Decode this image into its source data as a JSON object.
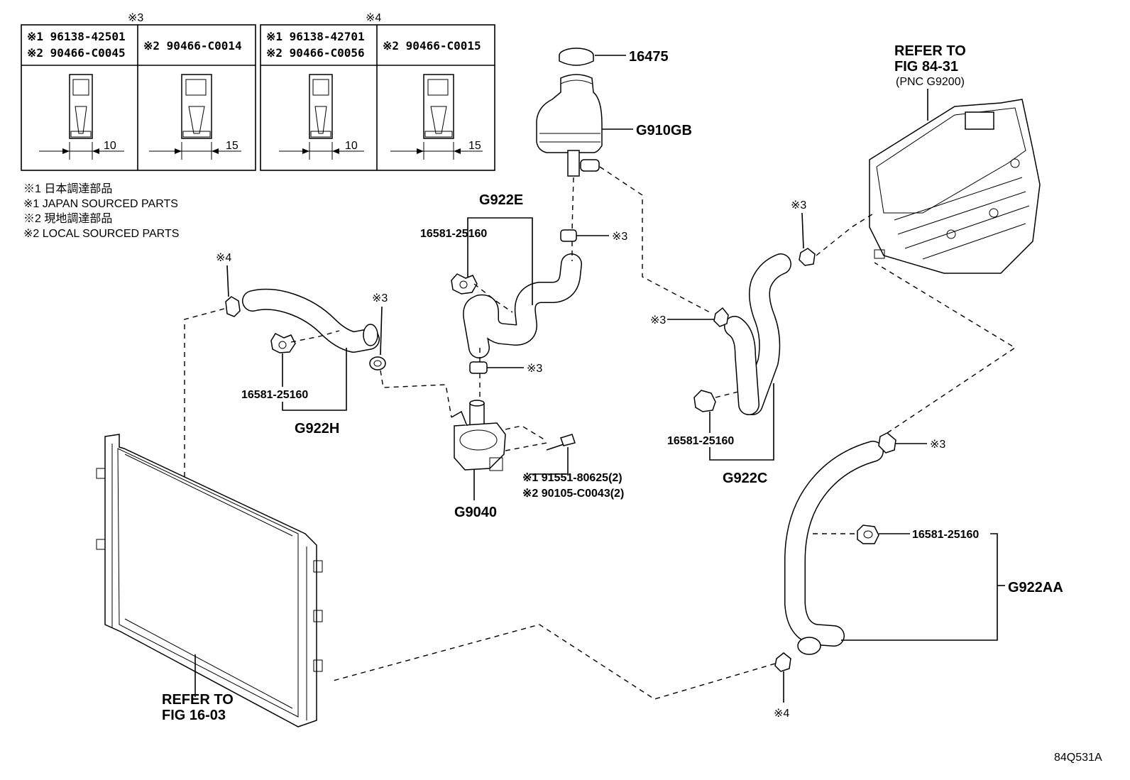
{
  "boxes": {
    "box3": {
      "header": "※3",
      "left_line1": "※1 96138-42501",
      "left_line2": "※2 90466-C0045",
      "right_line1": "※2 90466-C0014",
      "dim_left": "10",
      "dim_right": "15"
    },
    "box4": {
      "header": "※4",
      "left_line1": "※1 96138-42701",
      "left_line2": "※2 90466-C0056",
      "right_line1": "※2 90466-C0015",
      "dim_left": "10",
      "dim_right": "15"
    }
  },
  "legend": [
    "※1 日本調達部品",
    "※1 JAPAN SOURCED PARTS",
    "※2 現地調達部品",
    "※2 LOCAL SOURCED PARTS"
  ],
  "callouts": {
    "cap": "16475",
    "tank": "G910GB",
    "refer_inverter_1": "REFER TO",
    "refer_inverter_2": "FIG 84-31",
    "refer_inverter_3": "(PNC G9200)",
    "hose_e": "G922E",
    "clamp_e": "16581-25160",
    "mark3_tank": "※3",
    "mark3_inverter": "※3",
    "mark4_left": "※4",
    "mark3_pumpin": "※3",
    "mark3_pumptop": "※3",
    "mark3_center": "※3",
    "clamp_h": "16581-25160",
    "hose_h": "G922H",
    "bolt_1": "※1 91551-80625(2)",
    "bolt_2": "※2 90105-C0043(2)",
    "pump": "G9040",
    "clamp_c": "16581-25160",
    "hose_c": "G922C",
    "mark3_aa": "※3",
    "clamp_aa": "16581-25160",
    "hose_aa": "G922AA",
    "mark4_bottom": "※4",
    "refer_radiator_1": "REFER TO",
    "refer_radiator_2": "FIG 16-03",
    "figure_id": "84Q531A"
  }
}
